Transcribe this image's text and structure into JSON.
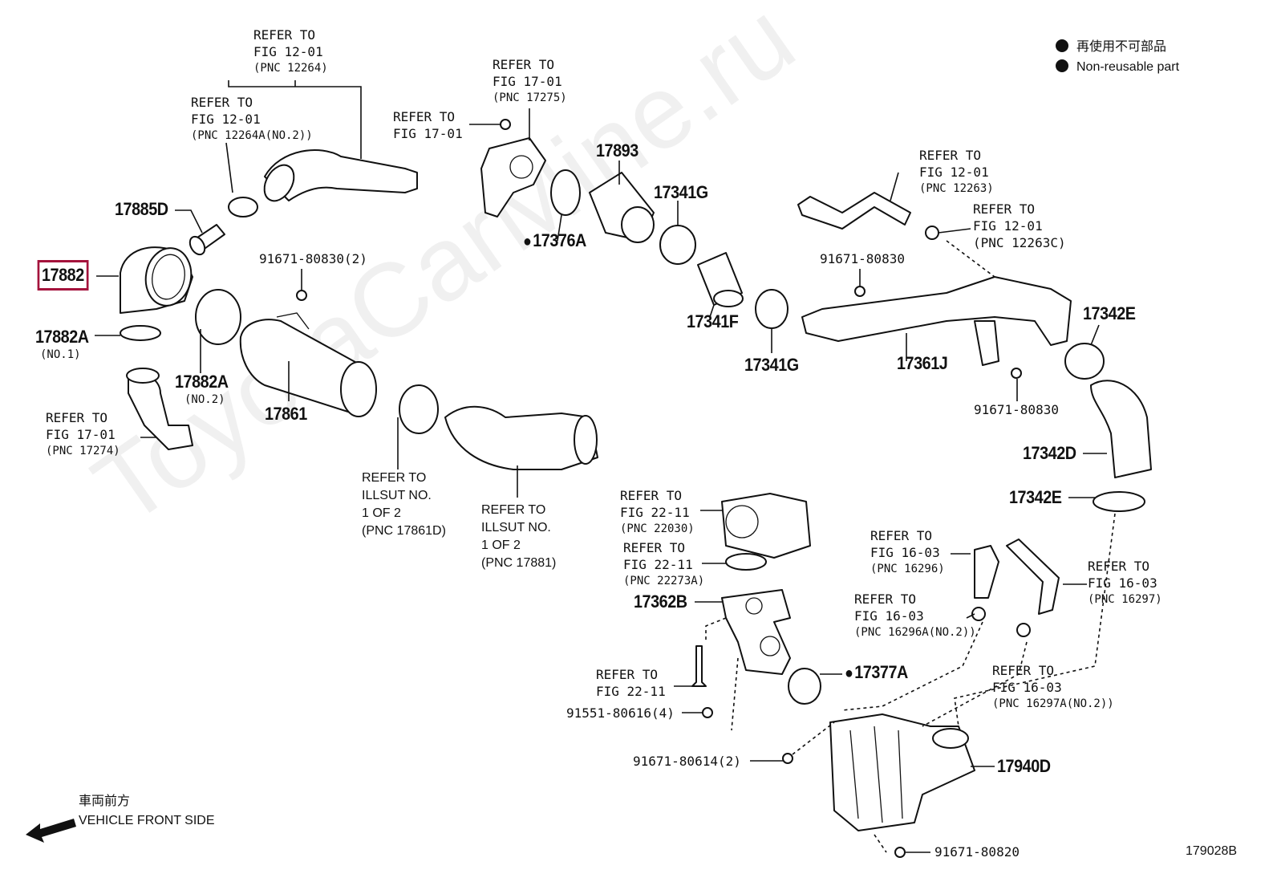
{
  "legend": {
    "ja": "再使用不可部品",
    "en": "Non-reusable part"
  },
  "direction": {
    "ja": "車両前方",
    "en": "VEHICLE FRONT SIDE"
  },
  "figure_code": "179028B",
  "watermark": "ToyotaCarMine.ru",
  "highlighted_part": "17882",
  "parts": {
    "p17882": "17882",
    "p17885D": "17885D",
    "p17882A_1": "17882A",
    "p17882A_1_note": "(NO.1)",
    "p17882A_2": "17882A",
    "p17882A_2_note": "(NO.2)",
    "p17861": "17861",
    "p17893": "17893",
    "p17341G_a": "17341G",
    "p17341G_b": "17341G",
    "p17341F": "17341F",
    "p17376A": "17376A",
    "p17361J": "17361J",
    "p17342E_a": "17342E",
    "p17342E_b": "17342E",
    "p17342D": "17342D",
    "p17362B": "17362B",
    "p17377A": "17377A",
    "p17940D": "17940D",
    "b_91671_80830_2": "91671-80830(2)",
    "b_91671_80830_a": "91671-80830",
    "b_91671_80830_b": "91671-80830",
    "b_91551_80616_4": "91551-80616(4)",
    "b_91671_80614_2": "91671-80614(2)",
    "b_91671_80820": "91671-80820"
  },
  "refs": {
    "r12264": {
      "l1": "REFER TO",
      "l2": "FIG 12-01",
      "l3": "(PNC 12264)"
    },
    "r12264A": {
      "l1": "REFER TO",
      "l2": "FIG 12-01",
      "l3": "(PNC 12264A(NO.2))"
    },
    "r17275": {
      "l1": "REFER TO",
      "l2": "FIG 17-01",
      "l3": "(PNC 17275)"
    },
    "r1701": {
      "l1": "REFER TO",
      "l2": "FIG 17-01"
    },
    "r12263": {
      "l1": "REFER TO",
      "l2": "FIG 12-01",
      "l3": "(PNC 12263)"
    },
    "r12263C": {
      "l1": "REFER TO",
      "l2": "FIG 12-01",
      "l3": "(PNC 12263C)"
    },
    "r17274": {
      "l1": "REFER TO",
      "l2": "FIG 17-01",
      "l3": "(PNC 17274)"
    },
    "r17861D": {
      "l1": "REFER TO",
      "l2": "ILLSUT NO.",
      "l3": "1 OF 2",
      "l4": "(PNC 17861D)"
    },
    "r17881": {
      "l1": "REFER TO",
      "l2": "ILLSUT NO.",
      "l3": "1 OF 2",
      "l4": "(PNC 17881)"
    },
    "r22030": {
      "l1": "REFER TO",
      "l2": "FIG 22-11",
      "l3": "(PNC 22030)"
    },
    "r22273A": {
      "l1": "REFER TO",
      "l2": "FIG 22-11",
      "l3": "(PNC 22273A)"
    },
    "r16296": {
      "l1": "REFER TO",
      "l2": "FIG 16-03",
      "l3": "(PNC 16296)"
    },
    "r16296A": {
      "l1": "REFER TO",
      "l2": "FIG 16-03",
      "l3": "(PNC 16296A(NO.2))"
    },
    "r16297": {
      "l1": "REFER TO",
      "l2": "FIG 16-03",
      "l3": "(PNC 16297)"
    },
    "r16297A": {
      "l1": "REFER TO",
      "l2": "FIG 16-03",
      "l3": "(PNC 16297A(NO.2))"
    },
    "r2211": {
      "l1": "REFER TO",
      "l2": "FIG 22-11"
    }
  }
}
